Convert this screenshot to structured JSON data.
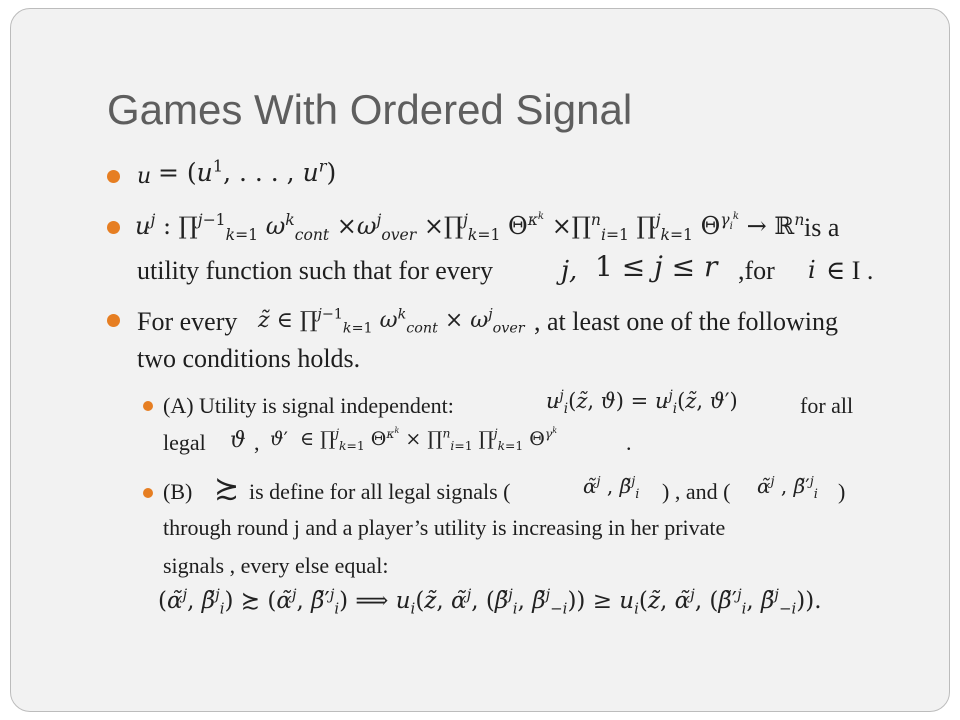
{
  "title": "Games With Ordered Signal",
  "bullet1": {
    "lhs": "u",
    "rhs": "= (u¹, . . . , uʳ)"
  },
  "bullet2": {
    "lead": "u",
    "formula": ": ∏ ω_cont ×ω_over ×∏ Θ^κ ×∏ ∏ Θ^γ → ℝⁿ",
    "text_end": "is a",
    "line2_a": "utility function such that for every",
    "line2_j": "j,",
    "line2_range": "1 ≤ j ≤ r",
    "line2_for": ",for",
    "line2_i": "i",
    "line2_end": "∈ I ."
  },
  "bullet3": {
    "lead": "For every",
    "formula": "z̃ ∈ ∏ ω_cont × ω_over",
    "text_end": ", at least one of the following",
    "line2": "two conditions holds."
  },
  "subA": {
    "label": "(A)  Utility is signal independent:",
    "formula": "u(z̃, ϑ) = u(z̃, ϑ′)",
    "text_end": "for all",
    "line2_lead": "legal",
    "line2_sep": ",",
    "line2_formula": "ϑ′ ∈ ∏ Θ^κ × ∏ ∏ Θ^γ",
    "line2_end": "."
  },
  "subB": {
    "label": "(B)",
    "symbol": "≿",
    "text_mid": "is define for all legal signals (",
    "pair1": "α̃ʲ , β̃ᵢʲ",
    "text_and": ") , and (",
    "pair2": "α̃ʲ , β̃′ᵢʲ",
    "text_close": ")",
    "line2": "through  round j and a player’s utility is increasing in her private",
    "line3": "signals , every else equal:",
    "formula": "(α̃ʲ, β̃ᵢʲ) ≿ (α̃ʲ, β̃′ᵢʲ) ⟹ uᵢ(z̃, α̃ʲ, (β̃ᵢʲ, β̃₋ᵢʲ)) ≥ uᵢ(z̃, α̃ʲ, (β̃′ᵢʲ, β̃₋ᵢʲ))."
  },
  "colors": {
    "bullet": "#e67e22",
    "title": "#5e5e5e",
    "background": "#f2f2f2"
  }
}
